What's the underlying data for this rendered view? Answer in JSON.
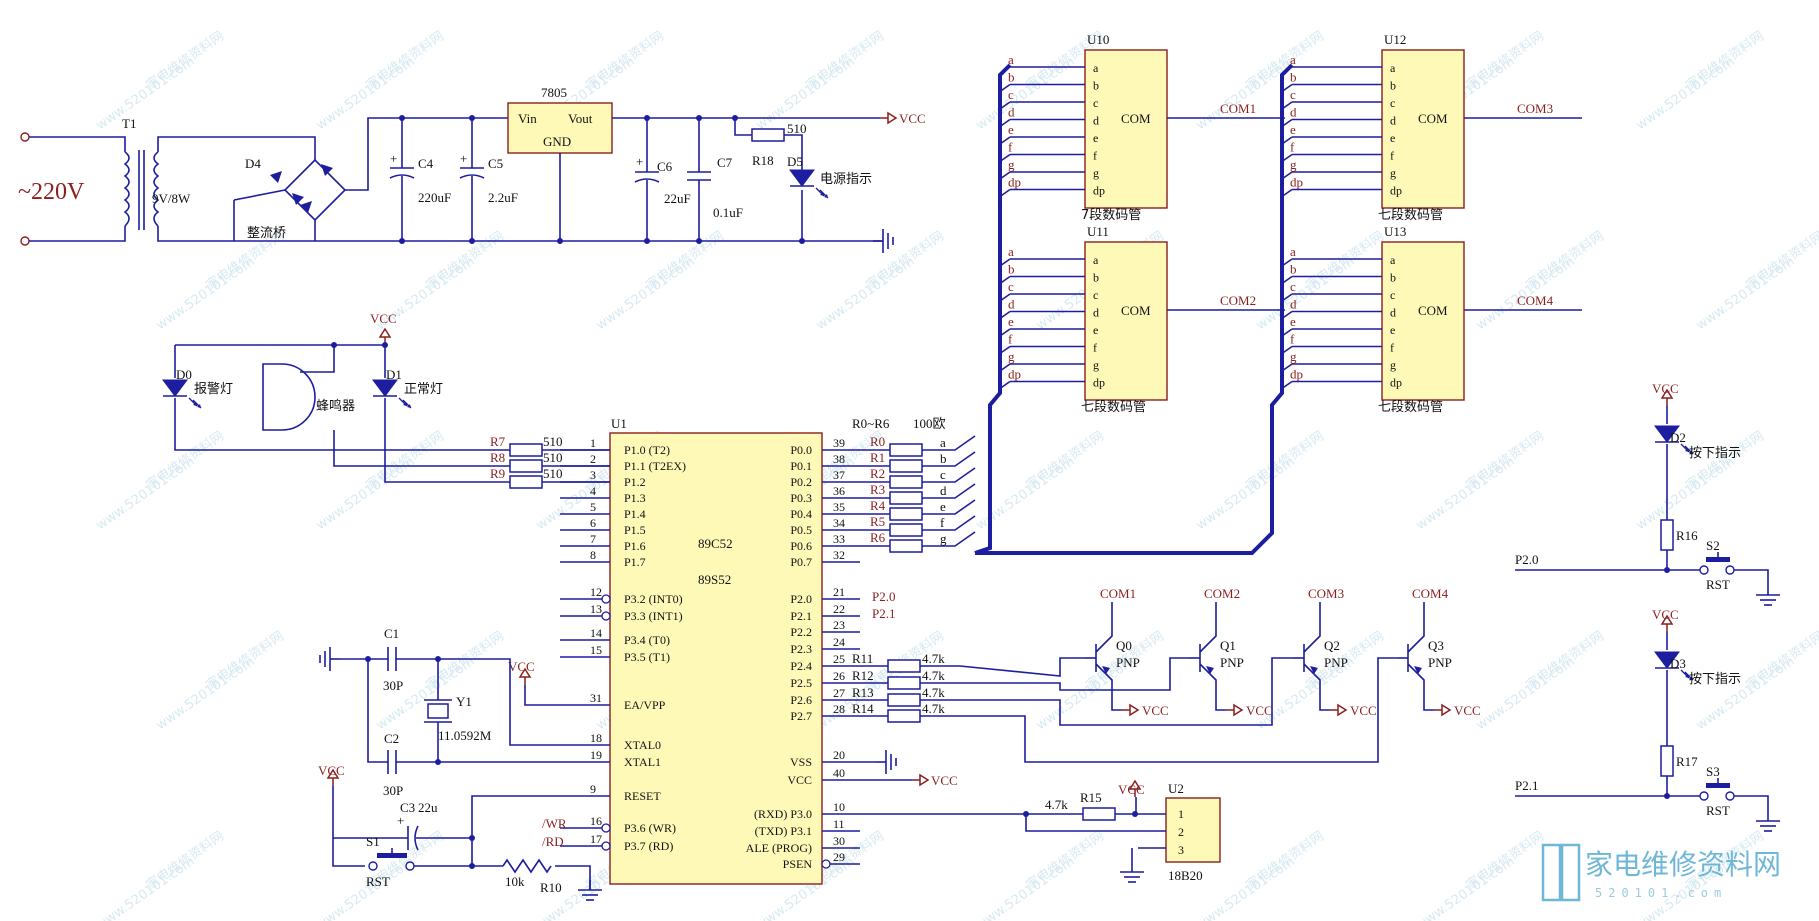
{
  "power": {
    "ac_label": "~220V",
    "transformer": "T1",
    "transformer_rating": "9V/8W",
    "bridge": "D4",
    "bridge_label": "整流桥",
    "regulator": "7805",
    "reg_vin": "Vin",
    "reg_vout": "Vout",
    "reg_gnd": "GND",
    "c4": "C4",
    "c4_val": "220uF",
    "c5": "C5",
    "c5_val": "2.2uF",
    "c6": "C6",
    "c6_val": "22uF",
    "c7": "C7",
    "c7_val": "0.1uF",
    "r18": "R18",
    "r18_val": "510",
    "d5": "D5",
    "d5_label": "电源指示",
    "vcc": "VCC"
  },
  "alarm": {
    "vcc": "VCC",
    "d0": "D0",
    "d0_label": "报警灯",
    "buzzer": "蜂鸣器",
    "d1": "D1",
    "d1_label": "正常灯",
    "r7": "R7",
    "r8": "R8",
    "r9": "R9",
    "r_val": "510"
  },
  "mcu": {
    "ref": "U1",
    "part1": "89C52",
    "part2": "89S52",
    "left_pins": [
      {
        "num": "1",
        "name": "P1.0 (T2)"
      },
      {
        "num": "2",
        "name": "P1.1 (T2EX)"
      },
      {
        "num": "3",
        "name": "P1.2"
      },
      {
        "num": "4",
        "name": "P1.3"
      },
      {
        "num": "5",
        "name": "P1.4"
      },
      {
        "num": "6",
        "name": "P1.5"
      },
      {
        "num": "7",
        "name": "P1.6"
      },
      {
        "num": "8",
        "name": "P1.7"
      },
      {
        "num": "12",
        "name": "P3.2 (INT0)"
      },
      {
        "num": "13",
        "name": "P3.3 (INT1)"
      },
      {
        "num": "14",
        "name": "P3.4 (T0)"
      },
      {
        "num": "15",
        "name": "P3.5 (T1)"
      },
      {
        "num": "31",
        "name": "EA/VPP"
      },
      {
        "num": "18",
        "name": "XTAL0"
      },
      {
        "num": "19",
        "name": "XTAL1"
      },
      {
        "num": "9",
        "name": "RESET"
      },
      {
        "num": "16",
        "name": "P3.6 (WR)"
      },
      {
        "num": "17",
        "name": "P3.7 (RD)"
      }
    ],
    "right_pins": [
      {
        "num": "39",
        "name": "P0.0"
      },
      {
        "num": "38",
        "name": "P0.1"
      },
      {
        "num": "37",
        "name": "P0.2"
      },
      {
        "num": "36",
        "name": "P0.3"
      },
      {
        "num": "35",
        "name": "P0.4"
      },
      {
        "num": "34",
        "name": "P0.5"
      },
      {
        "num": "33",
        "name": "P0.6"
      },
      {
        "num": "32",
        "name": "P0.7"
      },
      {
        "num": "21",
        "name": "P2.0"
      },
      {
        "num": "22",
        "name": "P2.1"
      },
      {
        "num": "23",
        "name": "P2.2"
      },
      {
        "num": "24",
        "name": "P2.3"
      },
      {
        "num": "25",
        "name": "P2.4"
      },
      {
        "num": "26",
        "name": "P2.5"
      },
      {
        "num": "27",
        "name": "P2.6"
      },
      {
        "num": "28",
        "name": "P2.7"
      },
      {
        "num": "20",
        "name": "VSS"
      },
      {
        "num": "40",
        "name": "VCC"
      },
      {
        "num": "10",
        "name": "(RXD) P3.0"
      },
      {
        "num": "11",
        "name": "(TXD) P3.1"
      },
      {
        "num": "30",
        "name": "ALE (PROG)"
      },
      {
        "num": "29",
        "name": "PSEN"
      }
    ],
    "p20_label": "P2.0",
    "p21_label": "P2.1",
    "wr_label": "/WR",
    "rd_label": "/RD",
    "vcc_ea": "VCC",
    "vcc_out": "VCC"
  },
  "clock": {
    "c1": "C1",
    "c1_val": "30P",
    "c2": "C2",
    "c2_val": "30P",
    "y1": "Y1",
    "y1_val": "11.0592M"
  },
  "reset": {
    "vcc": "VCC",
    "c3": "C3",
    "c3_val": "22u",
    "s1": "S1",
    "s1_label": "RST",
    "r10": "R10",
    "r10_val": "10k"
  },
  "segment_res": {
    "label": "R0~R6",
    "val": "100欧",
    "refs": [
      "R0",
      "R1",
      "R2",
      "R3",
      "R4",
      "R5",
      "R6"
    ],
    "segs": [
      "a",
      "b",
      "c",
      "d",
      "e",
      "f",
      "g"
    ]
  },
  "displays": [
    {
      "ref": "U10",
      "caption": "7段数码管",
      "com": "COM1"
    },
    {
      "ref": "U11",
      "caption": "七段数码管",
      "com": "COM2"
    },
    {
      "ref": "U12",
      "caption": "七段数码管",
      "com": "COM3"
    },
    {
      "ref": "U13",
      "caption": "七段数码管",
      "com": "COM4"
    }
  ],
  "display_pins": [
    "a",
    "b",
    "c",
    "d",
    "e",
    "f",
    "g",
    "dp"
  ],
  "display_com": "COM",
  "drivers": {
    "resistors": [
      {
        "ref": "R11",
        "val": "4.7k"
      },
      {
        "ref": "R12",
        "val": "4.7k"
      },
      {
        "ref": "R13",
        "val": "4.7k"
      },
      {
        "ref": "R14",
        "val": "4.7k"
      }
    ],
    "transistors": [
      {
        "ref": "Q0",
        "type": "PNP",
        "com": "COM1",
        "vcc": "VCC"
      },
      {
        "ref": "Q1",
        "type": "PNP",
        "com": "COM2",
        "vcc": "VCC"
      },
      {
        "ref": "Q2",
        "type": "PNP",
        "com": "COM3",
        "vcc": "VCC"
      },
      {
        "ref": "Q3",
        "type": "PNP",
        "com": "COM4",
        "vcc": "VCC"
      }
    ]
  },
  "sensor": {
    "ref": "U2",
    "part": "18B20",
    "pins": [
      "1",
      "2",
      "3"
    ],
    "r15": "R15",
    "r15_val": "4.7k",
    "vcc": "VCC"
  },
  "keys": [
    {
      "vcc": "VCC",
      "led": "D2",
      "led_label": "按下指示",
      "res": "R16",
      "sw": "S2",
      "sw_label": "RST",
      "net": "P2.0"
    },
    {
      "vcc": "VCC",
      "led": "D3",
      "led_label": "按下指示",
      "res": "R17",
      "sw": "S3",
      "sw_label": "RST",
      "net": "P2.1"
    }
  ],
  "watermark": {
    "text": "家电维修资料网",
    "url": "www.520101.com",
    "logo": "家电维修资料网",
    "logo_url": "520101.com"
  }
}
